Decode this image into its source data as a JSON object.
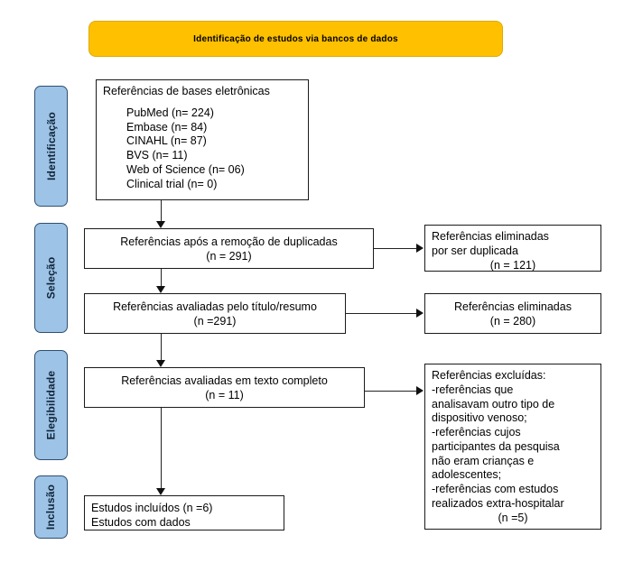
{
  "banner": {
    "label": "Identificação de estudos via bancos de dados"
  },
  "stages": [
    {
      "label": "Identificação"
    },
    {
      "label": "Seleção"
    },
    {
      "label": "Elegibilidade"
    },
    {
      "label": "Inclusão"
    }
  ],
  "boxes": {
    "sources": {
      "title": "Referências de bases eletrônicas",
      "items": [
        "PubMed (n= 224)",
        "Embase (n= 84)",
        "CINAHL (n= 87)",
        "BVS (n= 11)",
        "Web of Science (n= 06)",
        "Clinical trial (n= 0)"
      ]
    },
    "after_duplicates": {
      "line1": "Referências após a remoção de duplicadas",
      "line2": "(n = 291)"
    },
    "removed_duplicates": {
      "line1": "Referências eliminadas",
      "line2": "por ser duplicada",
      "line3": "(n = 121)"
    },
    "screened_title_abstract": {
      "line1": "Referências avaliadas pelo título/resumo",
      "line2": "(n =291)"
    },
    "excluded_screening": {
      "line1": "Referências eliminadas",
      "line2": "(n = 280)"
    },
    "full_text_assessed": {
      "line1": "Referências avaliadas em texto completo",
      "line2": "(n = 11)"
    },
    "excluded_full_text": {
      "title": "Referências excluídas:",
      "reasons": [
        "-referências que",
        "analisavam outro tipo de",
        "dispositivo venoso;",
        "-referências cujos",
        "participantes da pesquisa",
        "não eram crianças e",
        "adolescentes;",
        "-referências com estudos",
        "realizados extra-hospitalar"
      ],
      "count": "(n =5)"
    },
    "included": {
      "line1": "Estudos incluídos (n =6)",
      "line2": "Estudos com dados"
    }
  },
  "colors": {
    "banner_fill": "#FFC000",
    "stage_fill": "#9DC3E6",
    "box_border": "#1a1a1a",
    "connector": "#222222"
  }
}
